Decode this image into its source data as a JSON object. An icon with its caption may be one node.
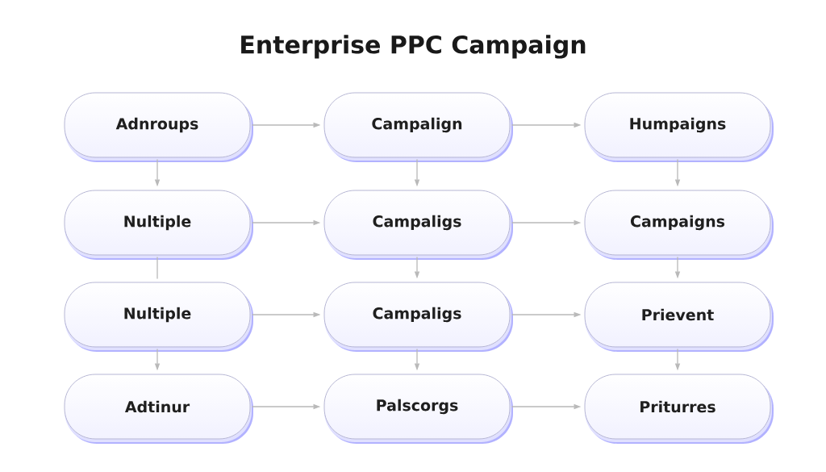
{
  "diagram": {
    "title": "Enterprise PPC Campaign",
    "nodes": [
      {
        "text": [
          "Adnroups"
        ]
      },
      {
        "text": [
          "Campalign"
        ]
      },
      {
        "text": [
          "Humpaigns"
        ]
      },
      {
        "text": [
          "Nultiple"
        ]
      },
      {
        "text": [
          "Campaligs"
        ]
      },
      {
        "text": [
          "Campaigns"
        ]
      },
      {
        "text": [
          "Nultiple"
        ]
      },
      {
        "text": [
          "Campaligs"
        ]
      },
      {
        "text": [
          "Prievent"
        ]
      },
      {
        "text": [
          "Adtinur"
        ]
      },
      {
        "text": [
          "Palscorgs"
        ]
      },
      {
        "text": [
          "Priturres"
        ]
      }
    ],
    "edges": [
      {
        "from": 0,
        "to": 1,
        "arrow": "to"
      },
      {
        "from": 1,
        "to": 2,
        "arrow": "to"
      },
      {
        "from": 0,
        "to": 3,
        "arrow": "to"
      },
      {
        "from": 1,
        "to": 4,
        "arrow": "to"
      },
      {
        "from": 2,
        "to": 5,
        "arrow": "to"
      },
      {
        "from": 3,
        "to": 4,
        "arrow": "to"
      },
      {
        "from": 4,
        "to": 5,
        "arrow": "to"
      },
      {
        "from": 3,
        "to": 6,
        "arrow": "none"
      },
      {
        "from": 4,
        "to": 7,
        "arrow": "to"
      },
      {
        "from": 5,
        "to": 8,
        "arrow": "to"
      },
      {
        "from": 6,
        "to": 7,
        "arrow": "to"
      },
      {
        "from": 7,
        "to": 8,
        "arrow": "to"
      },
      {
        "from": 6,
        "to": 9,
        "arrow": "to"
      },
      {
        "from": 7,
        "to": 10,
        "arrow": "to"
      },
      {
        "from": 8,
        "to": 11,
        "arrow": "to"
      },
      {
        "from": 9,
        "to": 10,
        "arrow": "to"
      },
      {
        "from": 10,
        "to": 11,
        "arrow": "to"
      }
    ]
  }
}
